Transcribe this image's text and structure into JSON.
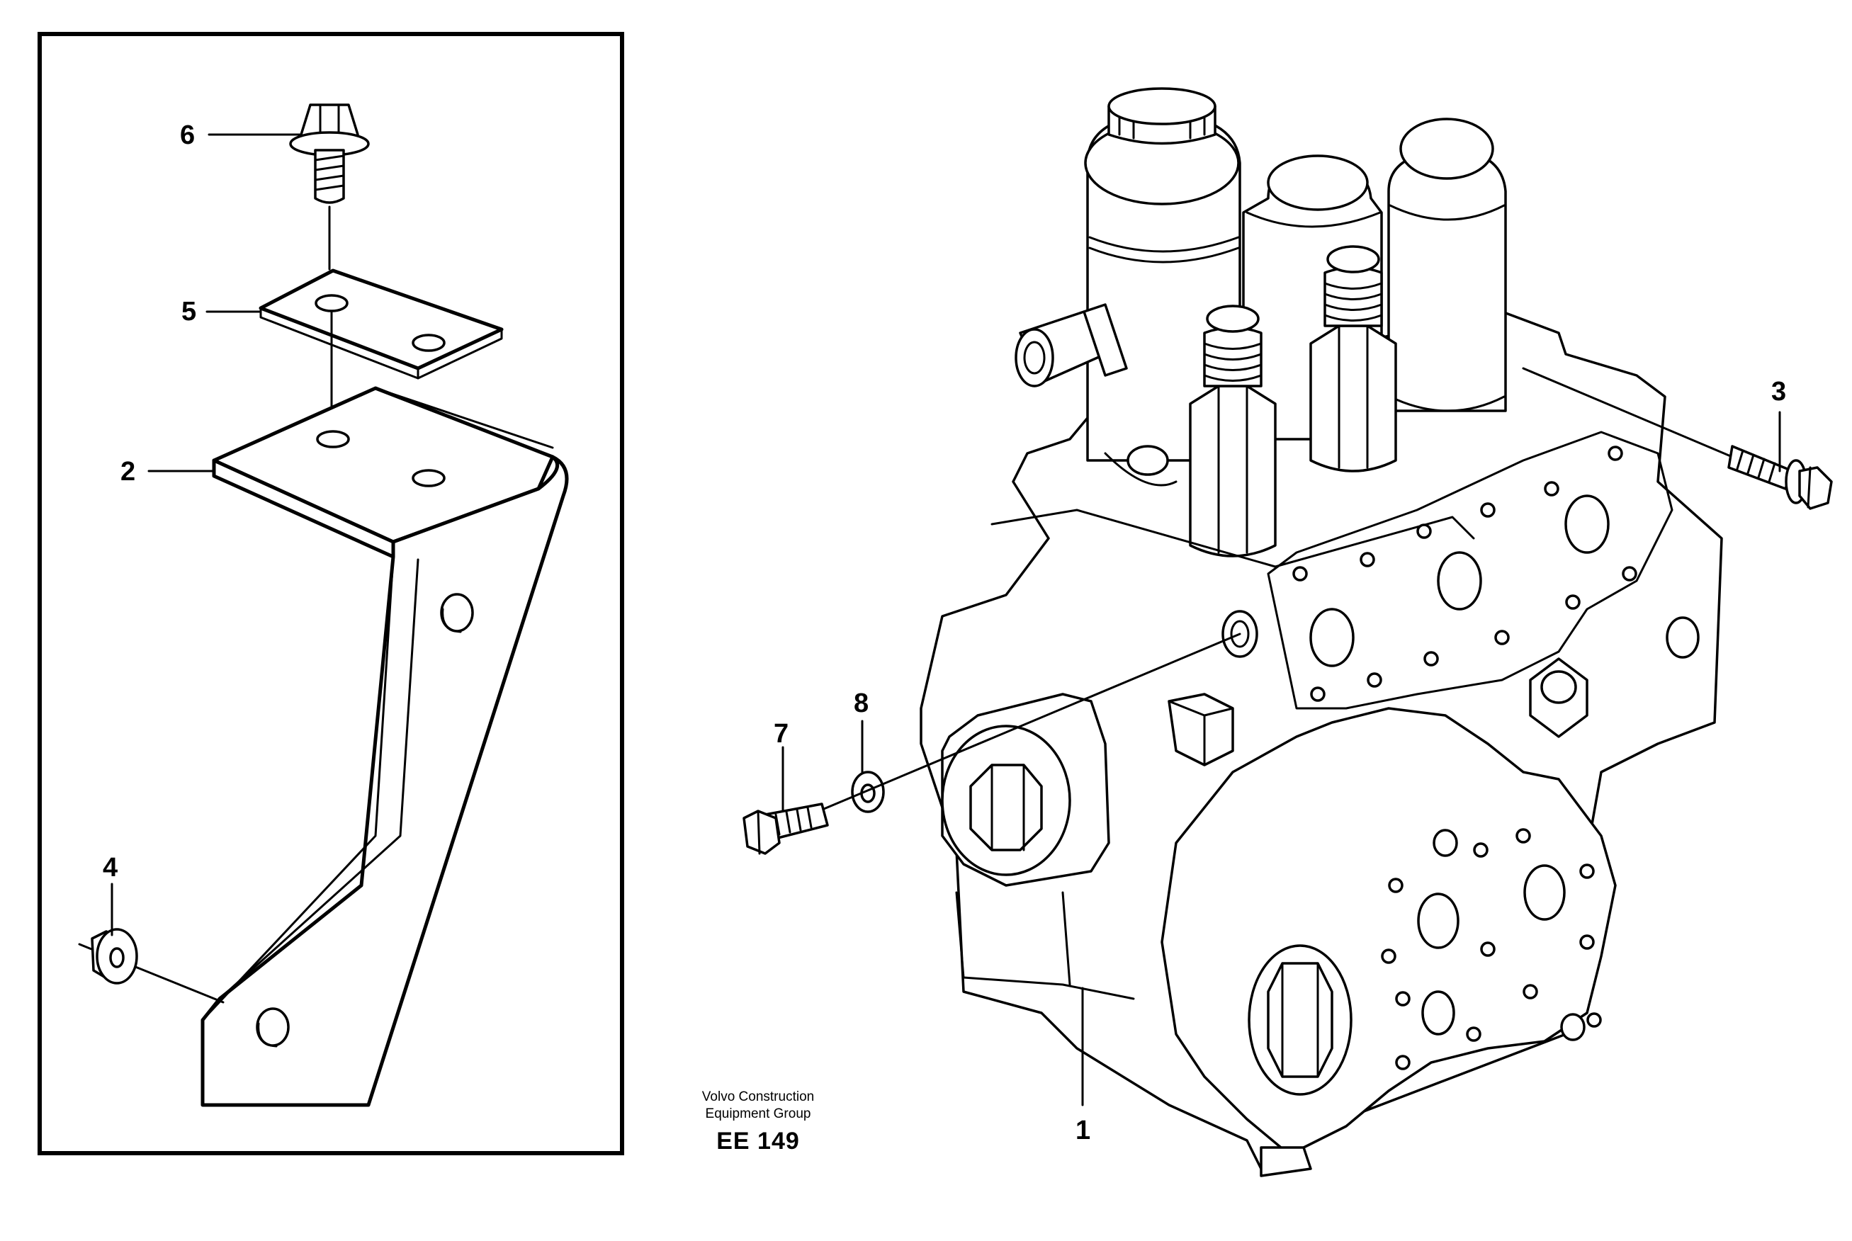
{
  "callouts": {
    "c1": "1",
    "c2": "2",
    "c3": "3",
    "c4": "4",
    "c5": "5",
    "c6": "6",
    "c7": "7",
    "c8": "8"
  },
  "credit": {
    "line1": "Volvo Construction",
    "line2": "Equipment Group"
  },
  "drawing_code": "EE 149"
}
